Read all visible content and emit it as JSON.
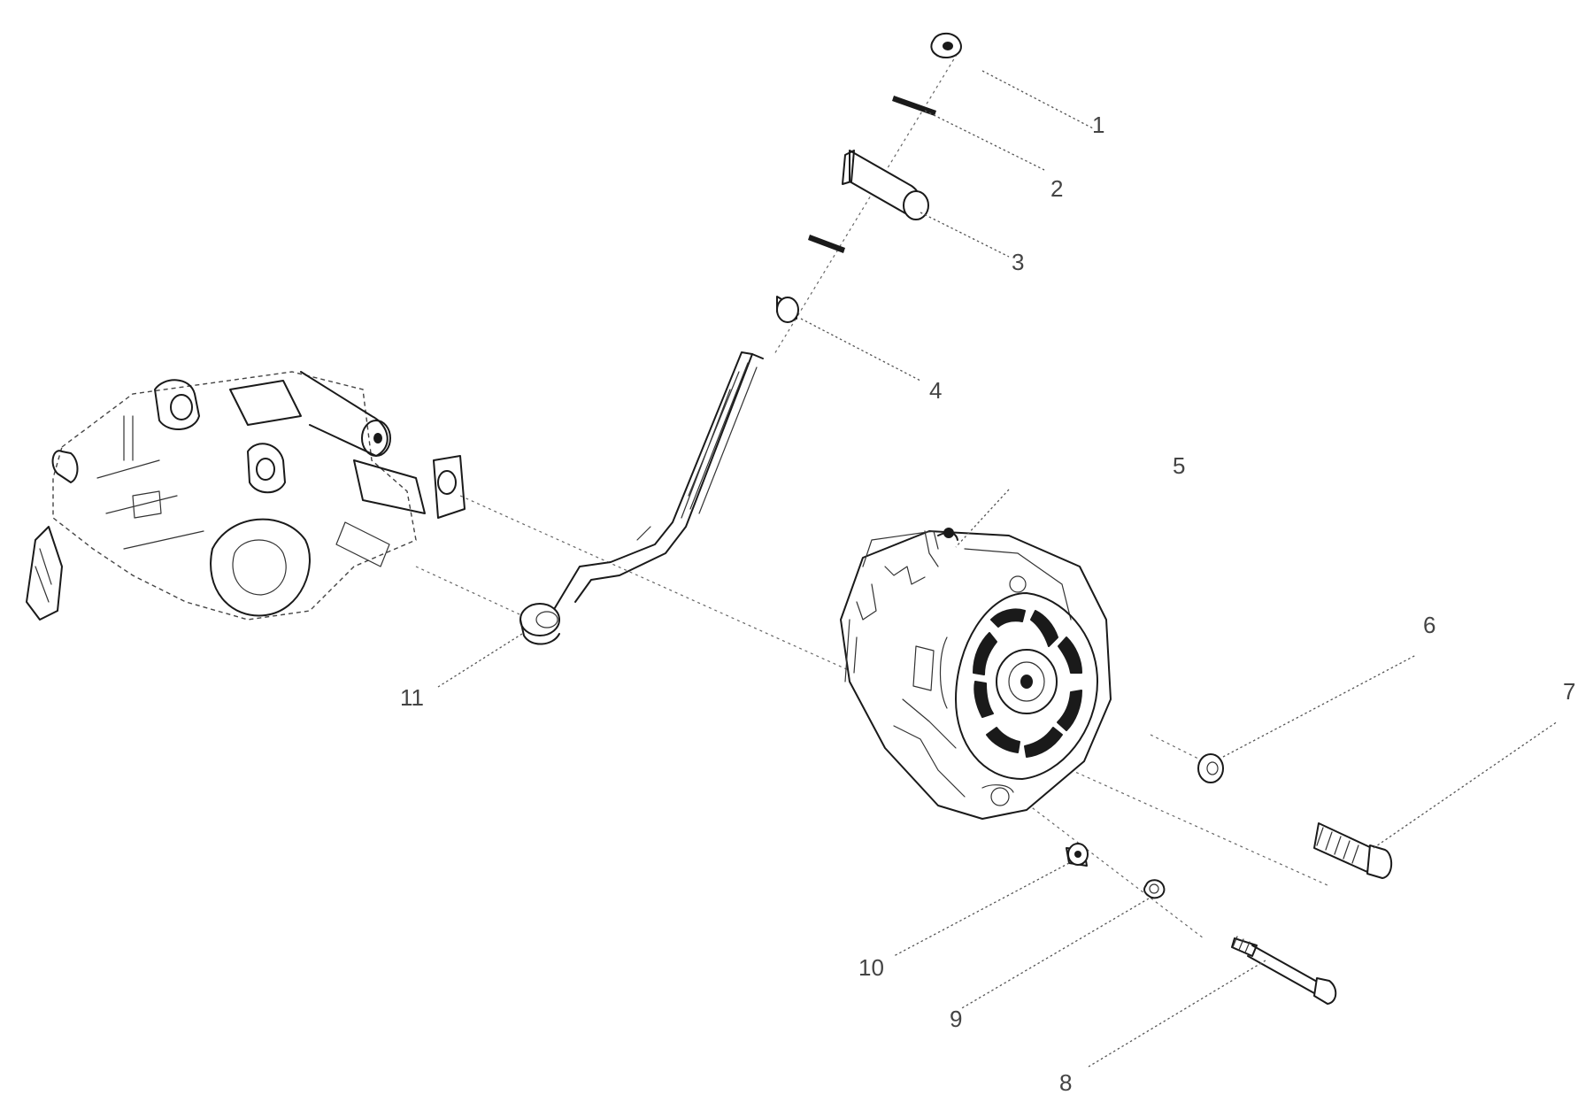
{
  "diagram": {
    "callouts": [
      {
        "id": "1",
        "label": "1"
      },
      {
        "id": "2",
        "label": "2"
      },
      {
        "id": "3",
        "label": "3"
      },
      {
        "id": "4",
        "label": "4"
      },
      {
        "id": "5",
        "label": "5"
      },
      {
        "id": "6",
        "label": "6"
      },
      {
        "id": "7",
        "label": "7"
      },
      {
        "id": "8",
        "label": "8"
      },
      {
        "id": "9",
        "label": "9"
      },
      {
        "id": "10",
        "label": "10"
      },
      {
        "id": "11",
        "label": "11"
      }
    ],
    "parts": [
      {
        "id": "mounting-bracket",
        "icon": "engine-bracket-icon"
      },
      {
        "id": "adjusting-arm",
        "icon": "adjusting-arm-icon"
      },
      {
        "id": "alternator",
        "icon": "alternator-icon"
      }
    ]
  }
}
